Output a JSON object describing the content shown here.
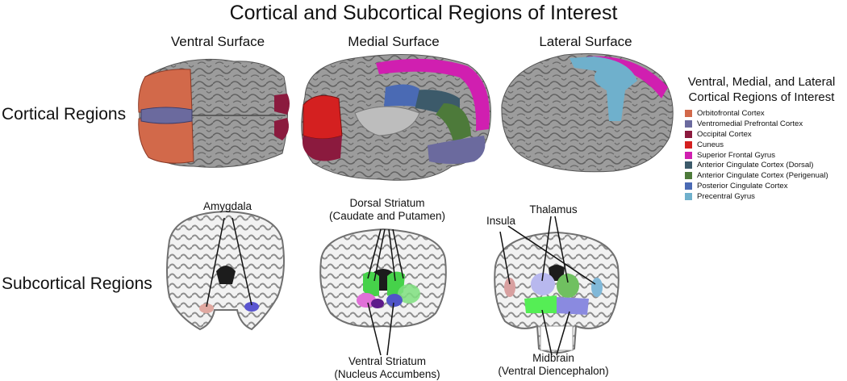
{
  "title": "Cortical and Subcortical Regions of Interest",
  "view_labels": {
    "ventral": "Ventral Surface",
    "medial": "Medial Surface",
    "lateral": "Lateral Surface"
  },
  "row_labels": {
    "cortical": "Cortical Regions",
    "subcortical": "Subcortical Regions"
  },
  "legend": {
    "title_line1": "Ventral, Medial, and Lateral",
    "title_line2": "Cortical Regions of Interest",
    "items": [
      {
        "label": "Orbitofrontal Cortex",
        "color": "#d2694a"
      },
      {
        "label": "Ventromedial Prefrontal Cortex",
        "color": "#6b6a9e"
      },
      {
        "label": "Occipital Cortex",
        "color": "#8b1a3e"
      },
      {
        "label": "Cuneus",
        "color": "#d42020"
      },
      {
        "label": "Superior Frontal Gyrus",
        "color": "#d01fb0"
      },
      {
        "label": "Anterior Cingulate Cortex (Dorsal)",
        "color": "#3c5a6a"
      },
      {
        "label": "Anterior Cingulate Cortex (Perigenual)",
        "color": "#4d7a3a"
      },
      {
        "label": "Posterior Cingulate Cortex",
        "color": "#4a6ab4"
      },
      {
        "label": "Precentral Gyrus",
        "color": "#6fb0cc"
      }
    ]
  },
  "annotations": {
    "amygdala": "Amygdala",
    "dorsal_striatum_line1": "Dorsal Striatum",
    "dorsal_striatum_line2": "(Caudate and Putamen)",
    "ventral_striatum_line1": "Ventral Striatum",
    "ventral_striatum_line2": "(Nucleus Accumbens)",
    "insula": "Insula",
    "thalamus": "Thalamus",
    "midbrain_line1": "Midbrain",
    "midbrain_line2": "(Ventral Diencephalon)"
  },
  "colors": {
    "brain_gray": "#9a9a9a",
    "sulcus_gray": "#5e5e5e",
    "slice_white": "#f2f2f2",
    "slice_gray": "#8a8a8a",
    "amygdala_right": "#e0a8a0",
    "amygdala_left": "#5a55d0",
    "caudate": "#46d24a",
    "accumbens_left": "#e070d8",
    "accumbens_right": "#5055c8",
    "thalamus_left": "#b8b8ee",
    "thalamus_right": "#70c060",
    "midbrain_left": "#55ee55",
    "midbrain_right": "#8a8ae0",
    "insula_left": "#d8a0a0",
    "insula_right": "#80b8d8"
  }
}
